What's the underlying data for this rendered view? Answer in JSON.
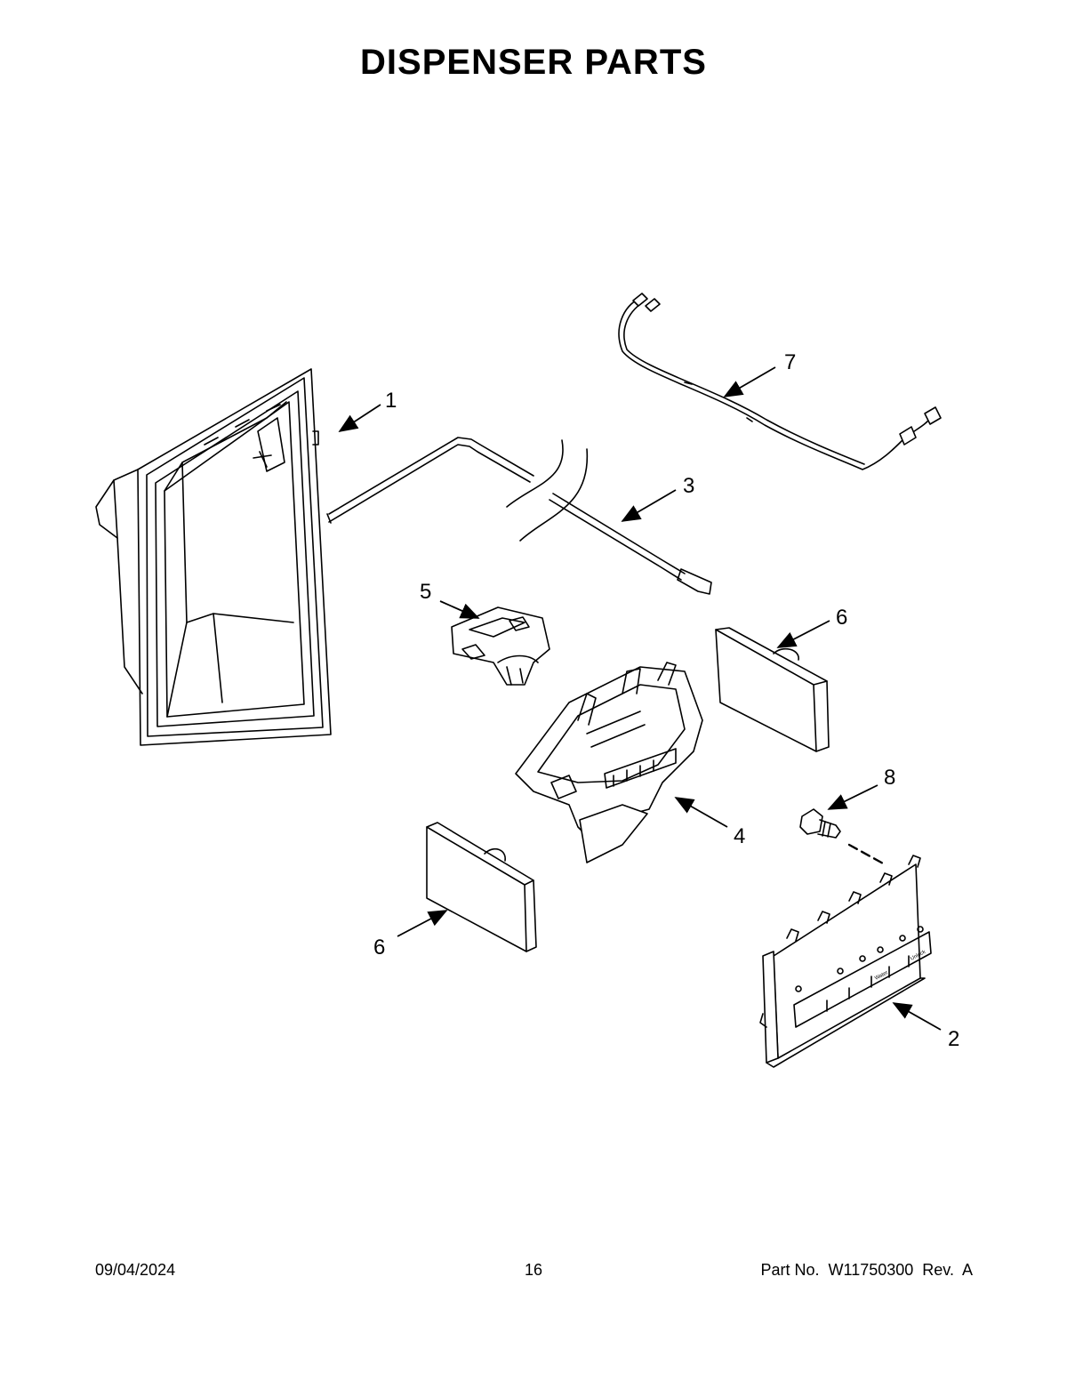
{
  "page": {
    "title": "DISPENSER PARTS",
    "footer": {
      "date": "09/04/2024",
      "page_number": "16",
      "part_number": "Part No.  W11750300  Rev.  A"
    }
  },
  "callouts": [
    {
      "label": "1",
      "part": "housing"
    },
    {
      "label": "2",
      "part": "front-panel"
    },
    {
      "label": "3",
      "part": "water-tube"
    },
    {
      "label": "4",
      "part": "dispenser-base"
    },
    {
      "label": "5",
      "part": "lever-bracket"
    },
    {
      "label": "6",
      "part": "paddle-right"
    },
    {
      "label": "6",
      "part": "paddle-left"
    },
    {
      "label": "7",
      "part": "wire-harness"
    },
    {
      "label": "8",
      "part": "screw"
    }
  ],
  "panel_labels": [
    "Water",
    "Unlock"
  ]
}
